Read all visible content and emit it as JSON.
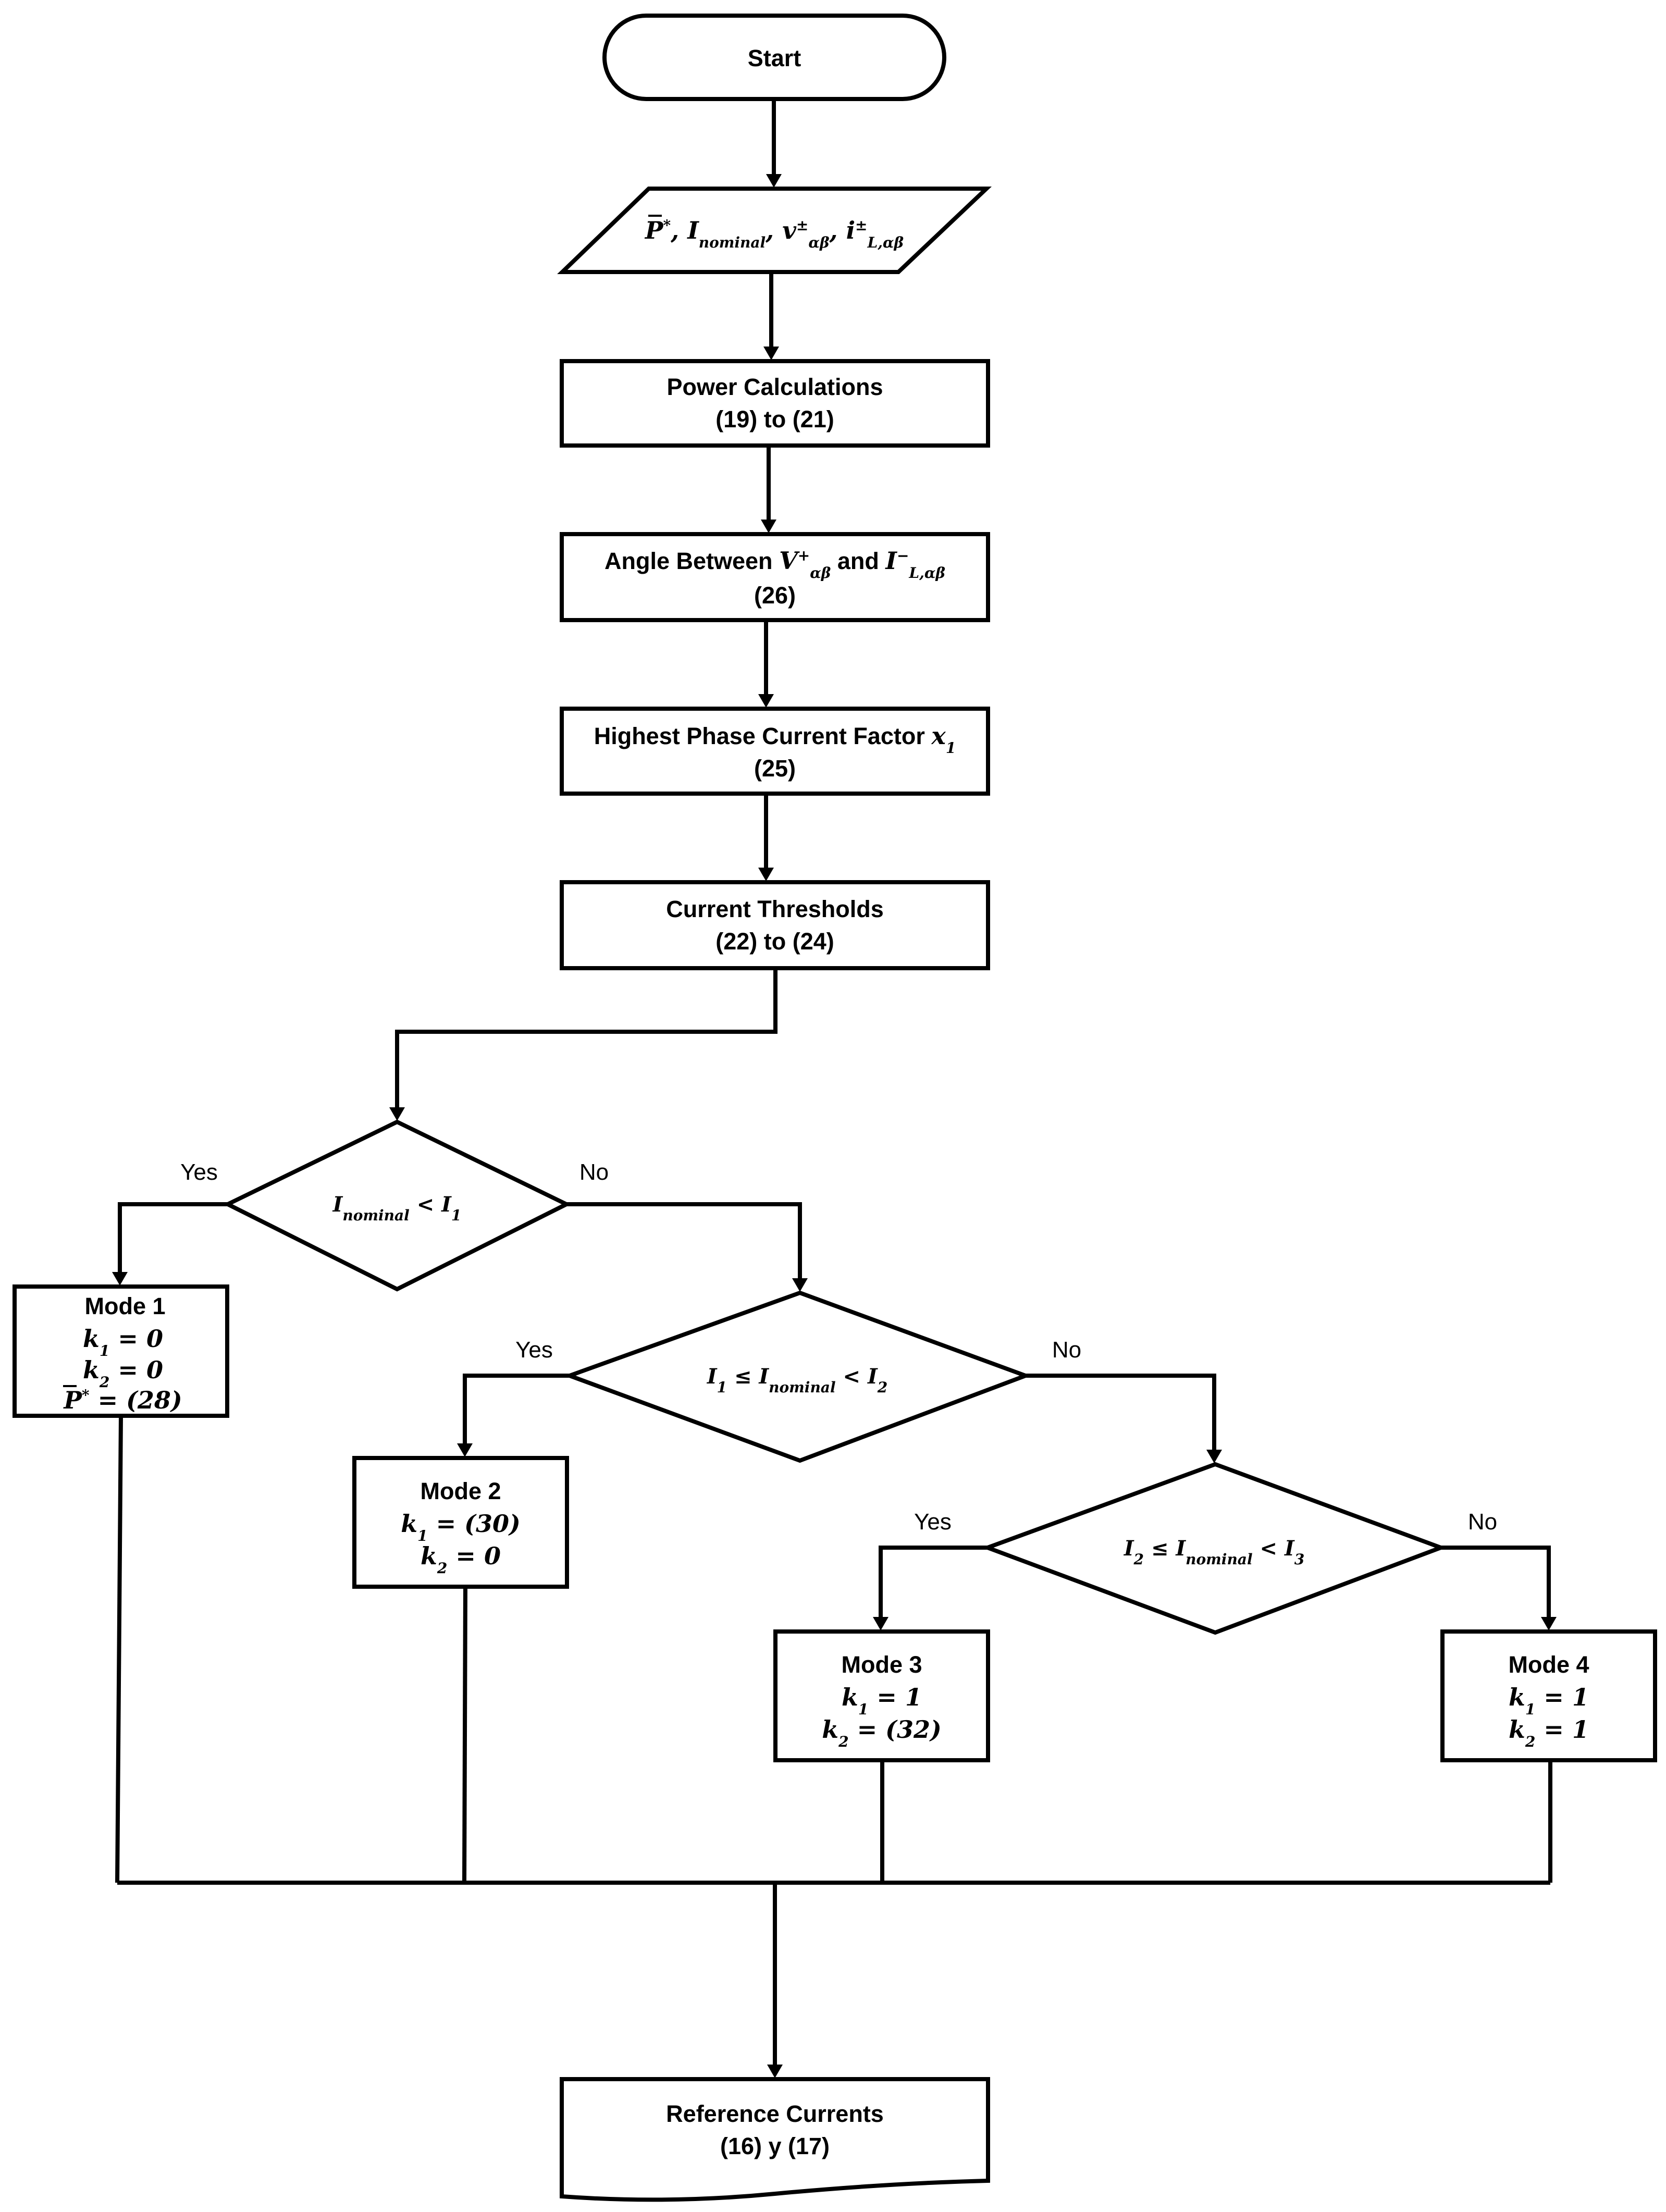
{
  "nodes": {
    "start": {
      "label": "Start"
    },
    "inputs": {
      "p": "P",
      "i_nominal": "I",
      "i_nominal_sub": "nominal",
      "v": "v",
      "v_sup": "±",
      "v_sub": "αβ",
      "i": "i",
      "i_sup": "±",
      "i_sub": "L,αβ"
    },
    "power_calc": {
      "title": "Power Calculations",
      "ref": "(19) to (21)"
    },
    "angle": {
      "prefix": "Angle Between",
      "v": "V",
      "v_sup": "+",
      "v_sub": "αβ",
      "and": "and",
      "i": "I",
      "i_sup": "−",
      "i_sub": "L,αβ",
      "ref": "(26)"
    },
    "highest_phase": {
      "title": "Highest Phase Current Factor",
      "var": "x",
      "var_sub": "1",
      "ref": "(25)"
    },
    "thresholds": {
      "title": "Current Thresholds",
      "ref": "(22) to (24)"
    },
    "decision1": {
      "lhs": "I",
      "lhs_sub": "nominal",
      "op": "<",
      "rhs": "I",
      "rhs_sub": "1"
    },
    "decision2": {
      "a": "I",
      "a_sub": "1",
      "op1": "≤",
      "b": "I",
      "b_sub": "nominal",
      "op2": "<",
      "c": "I",
      "c_sub": "2"
    },
    "decision3": {
      "a": "I",
      "a_sub": "2",
      "op1": "≤",
      "b": "I",
      "b_sub": "nominal",
      "op2": "<",
      "c": "I",
      "c_sub": "3"
    },
    "mode1": {
      "title": "Mode 1",
      "k1": "= 0",
      "k2": "= 0",
      "p": "= (28)"
    },
    "mode2": {
      "title": "Mode 2",
      "k1": "= (30)",
      "k2": "= 0"
    },
    "mode3": {
      "title": "Mode 3",
      "k1": "= 1",
      "k2": "= (32)"
    },
    "mode4": {
      "title": "Mode 4",
      "k1": "= 1",
      "k2": "= 1"
    },
    "reference": {
      "title": "Reference Currents",
      "ref": "(16) y (17)"
    }
  },
  "var_k": "k",
  "edge_labels": {
    "d1_yes": "Yes",
    "d1_no": "No",
    "d2_yes": "Yes",
    "d2_no": "No",
    "d3_yes": "Yes",
    "d3_no": "No"
  }
}
